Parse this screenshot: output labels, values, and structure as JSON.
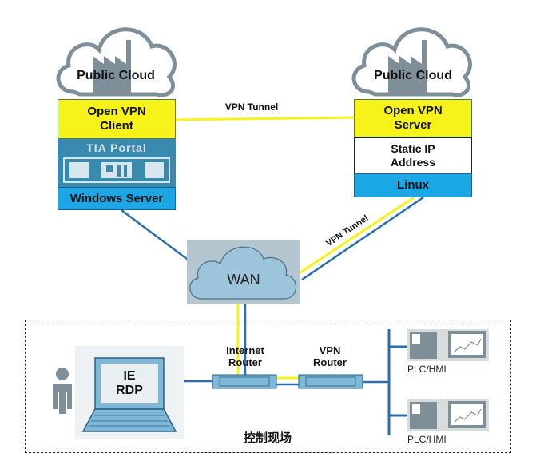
{
  "diagram": {
    "left_site": {
      "cloud_label": "Public Cloud",
      "vpn_box": "Open VPN Client",
      "vpn_line1": "Open VPN",
      "vpn_line2": "Client",
      "software": "TIA Portal",
      "os_box": "Windows Server"
    },
    "right_site": {
      "cloud_label": "Public Cloud",
      "vpn_line1": "Open VPN",
      "vpn_line2": "Server",
      "ip_line1": "Static IP",
      "ip_line2": "Address",
      "os_box": "Linux"
    },
    "links": {
      "top_tunnel_label": "VPN Tunnel",
      "diagonal_tunnel_label": "VPN Tunnel"
    },
    "wan": {
      "label": "WAN"
    },
    "field_site": {
      "title": "控制现场",
      "laptop_line1": "IE",
      "laptop_line2": "RDP",
      "internet_router_line1": "Internet",
      "internet_router_line2": "Router",
      "vpn_router_line1": "VPN",
      "vpn_router_line2": "Router",
      "devices": [
        {
          "label": "PLC/HMI"
        },
        {
          "label": "PLC/HMI"
        }
      ]
    },
    "colors": {
      "tunnel": "#f7f21a",
      "network": "#2a6fa8",
      "os_box": "#1ba6e6",
      "tia_box": "#3a8ab0",
      "icon_gray": "#7f8f99"
    }
  }
}
